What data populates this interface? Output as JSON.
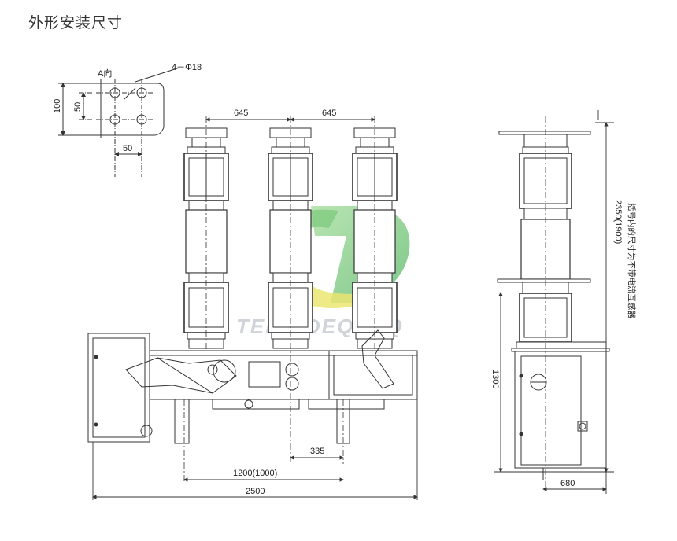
{
  "page": {
    "title": "外形安装尺寸"
  },
  "detail": {
    "view_label": "A向",
    "hole_label": "4－Φ18",
    "dim_100": "100",
    "dim_50_v": "50",
    "dim_50_h": "50"
  },
  "front": {
    "dim_645_a": "645",
    "dim_645_b": "645",
    "dim_335": "335",
    "dim_1200": "1200(1000)",
    "dim_2500": "2500"
  },
  "side": {
    "dim_2350": "2350(1900)",
    "dim_1300": "1300",
    "dim_680": "680",
    "note": "括号内的尺寸为不带电流互感器"
  },
  "watermark": {
    "text": "TERUIDEQYDQ"
  },
  "colors": {
    "line": "#333333",
    "logo_green": "#6cc36a",
    "logo_yellow": "#e8e25a",
    "watermark": "#c8cdd2"
  }
}
